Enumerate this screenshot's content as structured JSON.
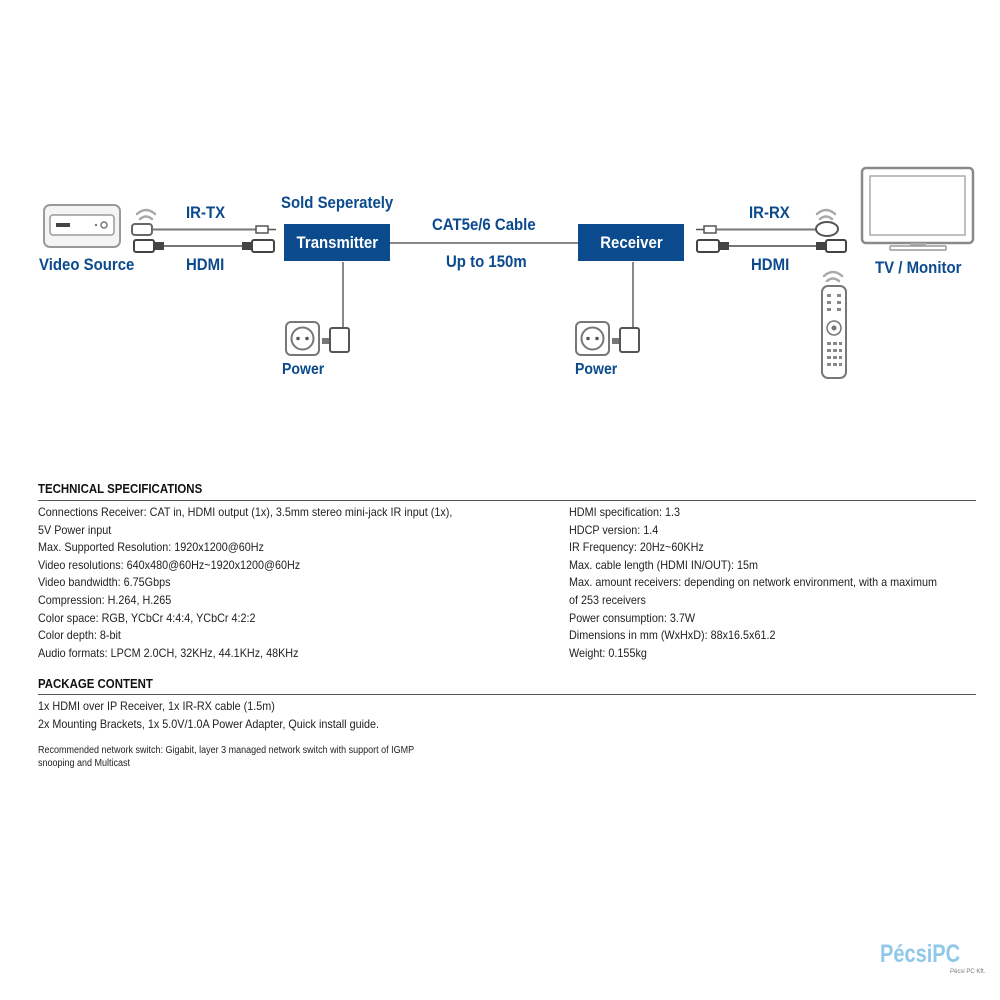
{
  "diagram": {
    "video_source": "Video Source",
    "ir_tx": "IR-TX",
    "hdmi_left": "HDMI",
    "sold_separately": "Sold Seperately",
    "transmitter": "Transmitter",
    "cable": "CAT5e/6 Cable",
    "distance": "Up to 150m",
    "receiver": "Receiver",
    "ir_rx": "IR-RX",
    "hdmi_right": "HDMI",
    "tv_monitor": "TV / Monitor",
    "power_left": "Power",
    "power_right": "Power",
    "accent_color": "#0b4a8c"
  },
  "technical": {
    "heading": "TECHNICAL SPECIFICATIONS",
    "left": [
      "Connections Receiver: CAT in, HDMI output (1x), 3.5mm stereo mini-jack IR input (1x),",
      "5V Power input",
      "Max. Supported Resolution: 1920x1200@60Hz",
      "Video resolutions: 640x480@60Hz~1920x1200@60Hz",
      "Video bandwidth: 6.75Gbps",
      "Compression: H.264, H.265",
      "Color space: RGB, YCbCr 4:4:4, YCbCr 4:2:2",
      "Color depth: 8-bit",
      "Audio formats: LPCM 2.0CH, 32KHz, 44.1KHz, 48KHz"
    ],
    "right": [
      "HDMI specification: 1.3",
      "HDCP version: 1.4",
      "IR Frequency: 20Hz~60KHz",
      "Max. cable length (HDMI IN/OUT): 15m",
      "Max. amount receivers: depending on network environment, with a maximum",
      "of 253 receivers",
      "Power consumption: 3.7W",
      "Dimensions in mm (WxHxD): 88x16.5x61.2",
      "Weight: 0.155kg"
    ]
  },
  "package": {
    "heading": "PACKAGE CONTENT",
    "lines": [
      "1x HDMI over IP Receiver, 1x IR-RX cable (1.5m)",
      "2x Mounting Brackets, 1x 5.0V/1.0A Power Adapter, Quick install guide."
    ],
    "note": [
      "Recommended network switch: Gigabit, layer 3 managed network switch with support of IGMP",
      "snooping and Multicast"
    ]
  },
  "logo": {
    "text": "PécsiPC",
    "sub": "Pécsi PC Kft."
  }
}
